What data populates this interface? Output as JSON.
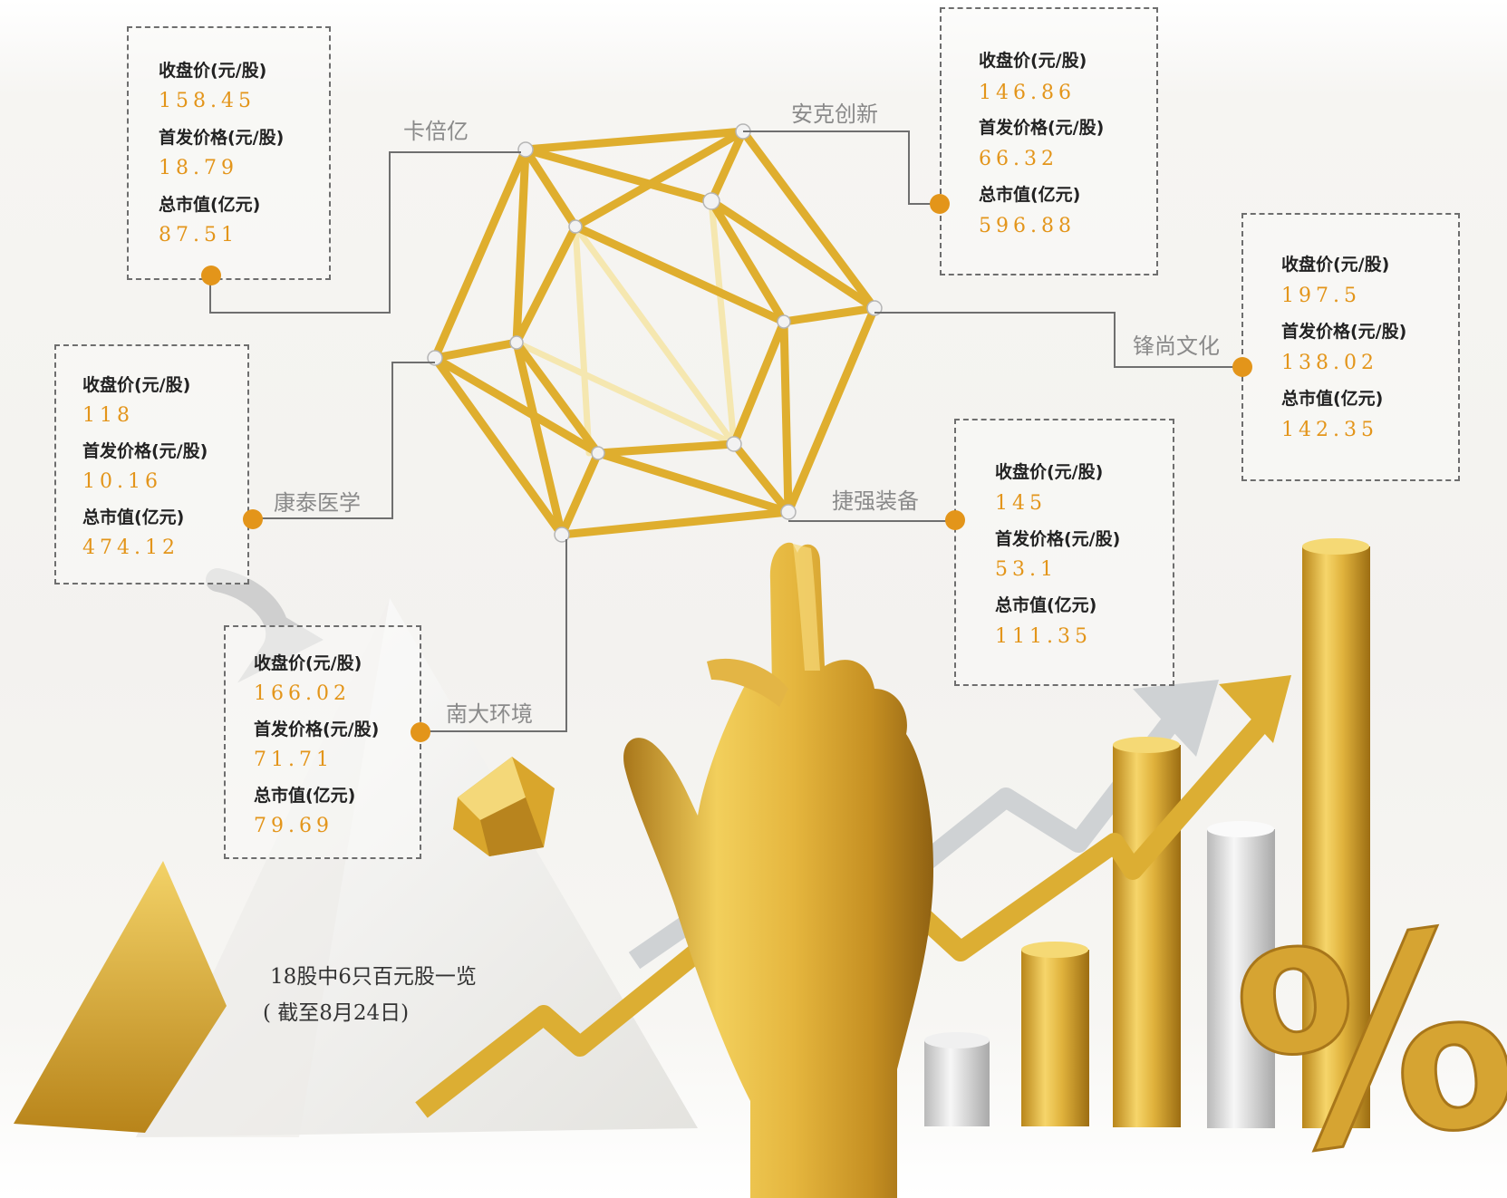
{
  "caption": {
    "line1": "18股中6只百元股一览",
    "line2": "( 截至8月24日)"
  },
  "labels": {
    "close": "收盘价(元/股)",
    "ipo": "首发价格(元/股)",
    "cap": "总市值(亿元)"
  },
  "stocks": [
    {
      "name": "卡倍亿",
      "close": "158.45",
      "ipo": "18.79",
      "cap": "87.51"
    },
    {
      "name": "安克创新",
      "close": "146.86",
      "ipo": "66.32",
      "cap": "596.88"
    },
    {
      "name": "锋尚文化",
      "close": "197.5",
      "ipo": "138.02",
      "cap": "142.35"
    },
    {
      "name": "康泰医学",
      "close": "118",
      "ipo": "10.16",
      "cap": "474.12"
    },
    {
      "name": "捷强装备",
      "close": "145",
      "ipo": "53.1",
      "cap": "111.35"
    },
    {
      "name": "南大环境",
      "close": "166.02",
      "ipo": "71.71",
      "cap": "79.69"
    }
  ],
  "colors": {
    "accent": "#e3951a",
    "gold": "#d9a826",
    "silver": "#d8d8d8",
    "text": "#222222",
    "company": "#8a8a8a"
  },
  "icons": {
    "percent": "percent-sign-icon",
    "arrow": "trend-arrow-icon",
    "hand": "golden-hand-illustration",
    "polyhedron": "icosahedron-illustration"
  },
  "percent_symbol": "%"
}
